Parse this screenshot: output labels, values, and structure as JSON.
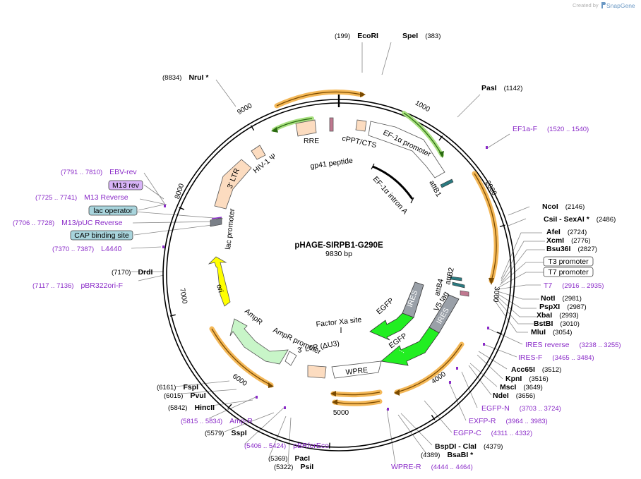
{
  "credit": {
    "text": "Created by",
    "brand": "SnapGene"
  },
  "plasmid": {
    "name": "pHAGE-SIRPB1-G290E",
    "size": "9830 bp"
  },
  "ticks": [
    "1000",
    "2000",
    "3000",
    "4000",
    "5000",
    "6000",
    "7000",
    "8000",
    "9000"
  ],
  "sites": [
    {
      "num": "(199)",
      "name": "EcoRI",
      "num_after": false
    },
    {
      "num": "(383)",
      "name": "SpeI",
      "num_after": true
    },
    {
      "num": "(1142)",
      "name": "PasI",
      "num_after": true
    },
    {
      "num": "(2146)",
      "name": "NcoI",
      "num_after": true
    },
    {
      "num": "(2486)",
      "name": "CsiI  - SexAI *",
      "num_after": true
    },
    {
      "num": "(2724)",
      "name": "AfeI",
      "num_after": true
    },
    {
      "num": "(2776)",
      "name": "XcmI",
      "num_after": true
    },
    {
      "num": "(2827)",
      "name": "Bsu36I",
      "num_after": true
    },
    {
      "num": "(2981)",
      "name": "NotI",
      "num_after": true
    },
    {
      "num": "(2987)",
      "name": "PspXI",
      "num_after": true
    },
    {
      "num": "(2993)",
      "name": "XbaI",
      "num_after": true
    },
    {
      "num": "(3010)",
      "name": "BstBI",
      "num_after": true
    },
    {
      "num": "(3054)",
      "name": "MluI",
      "num_after": true
    },
    {
      "num": "(3512)",
      "name": "Acc65I",
      "num_after": true
    },
    {
      "num": "(3516)",
      "name": "KpnI",
      "num_after": true
    },
    {
      "num": "(3649)",
      "name": "MscI",
      "num_after": true
    },
    {
      "num": "(3656)",
      "name": "NdeI",
      "num_after": true
    },
    {
      "num": "(4379)",
      "name": "BspDI  - ClaI",
      "num_after": true
    },
    {
      "num": "(4389)",
      "name": "BsaBI *",
      "num_after": false
    },
    {
      "num": "(5322)",
      "name": "PsiI",
      "num_after": false
    },
    {
      "num": "(5369)",
      "name": "PacI",
      "num_after": false
    },
    {
      "num": "(5406 .. 5424)",
      "name": "pBRforEco",
      "num_after": false
    },
    {
      "num": "(5579)",
      "name": "SspI",
      "num_after": false
    },
    {
      "num": "(5815 .. 5834)",
      "name": "Amp-R",
      "num_after": false
    },
    {
      "num": "(5842)",
      "name": "HincII",
      "num_after": false
    },
    {
      "num": "(6015)",
      "name": "PvuI",
      "num_after": false
    },
    {
      "num": "(6161)",
      "name": "FspI",
      "num_after": false
    },
    {
      "num": "(7117 .. 7136)",
      "name": "pBR322ori-F",
      "num_after": false
    },
    {
      "num": "(7170)",
      "name": "DrdI",
      "num_after": false
    },
    {
      "num": "(7370 .. 7387)",
      "name": "L4440",
      "num_after": false
    },
    {
      "num": "(7706 .. 7728)",
      "name": "M13/pUC Reverse",
      "num_after": false
    },
    {
      "num": "(7725 .. 7741)",
      "name": "M13 Reverse",
      "num_after": false
    },
    {
      "num": "(7791 .. 7810)",
      "name": "EBV-rev",
      "num_after": false
    },
    {
      "num": "(8834)",
      "name": "NruI *",
      "num_after": false
    },
    {
      "num": "(1520 .. 1540)",
      "name": "EF1a-F",
      "num_after": true
    },
    {
      "num": "(2916 .. 2935)",
      "name": "T7",
      "num_after": true
    },
    {
      "num": "(3238 .. 3255)",
      "name": "IRES reverse",
      "num_after": true
    },
    {
      "num": "(3465 .. 3484)",
      "name": "IRES-F",
      "num_after": true
    },
    {
      "num": "(3703 .. 3724)",
      "name": "EGFP-N",
      "num_after": true
    },
    {
      "num": "(3964 .. 3983)",
      "name": "EXFP-R",
      "num_after": true
    },
    {
      "num": "(4311 .. 4332)",
      "name": "EGFP-C",
      "num_after": true
    },
    {
      "num": "(4444 .. 4464)",
      "name": "WPRE-R",
      "num_after": true
    }
  ],
  "boxed": [
    "M13 rev",
    "lac operator",
    "CAP binding site",
    "T3 promoter",
    "T7 promoter"
  ],
  "features": [
    "RRE",
    "gp41 peptide",
    "cPPT/CTS",
    "EF-1α promoter",
    "HIV-1 Ψ",
    "3' LTR",
    "EF-1α intron A",
    "attB1",
    "lac promoter",
    "attB4",
    "attB2",
    "V5 tag",
    "IRES",
    "IRES",
    "EGFP",
    "EGFP",
    "Factor Xa site",
    "AmpR promoter",
    "3' LTR (ΔU3)",
    "AmpR",
    "WPRE",
    "ori"
  ],
  "colors": {
    "orf": "#f4b858",
    "primer": "#8a2bc8",
    "ltr": "#fcdcc0",
    "ires": "#9aa0a8",
    "egfp": "#22ee22",
    "ampr": "#c8f5c8",
    "ori": "#ffff00",
    "boxed_cyan": "#a8d4dc",
    "boxed_purple": "#d8b4f8",
    "green_arrow": "#4ca828"
  }
}
